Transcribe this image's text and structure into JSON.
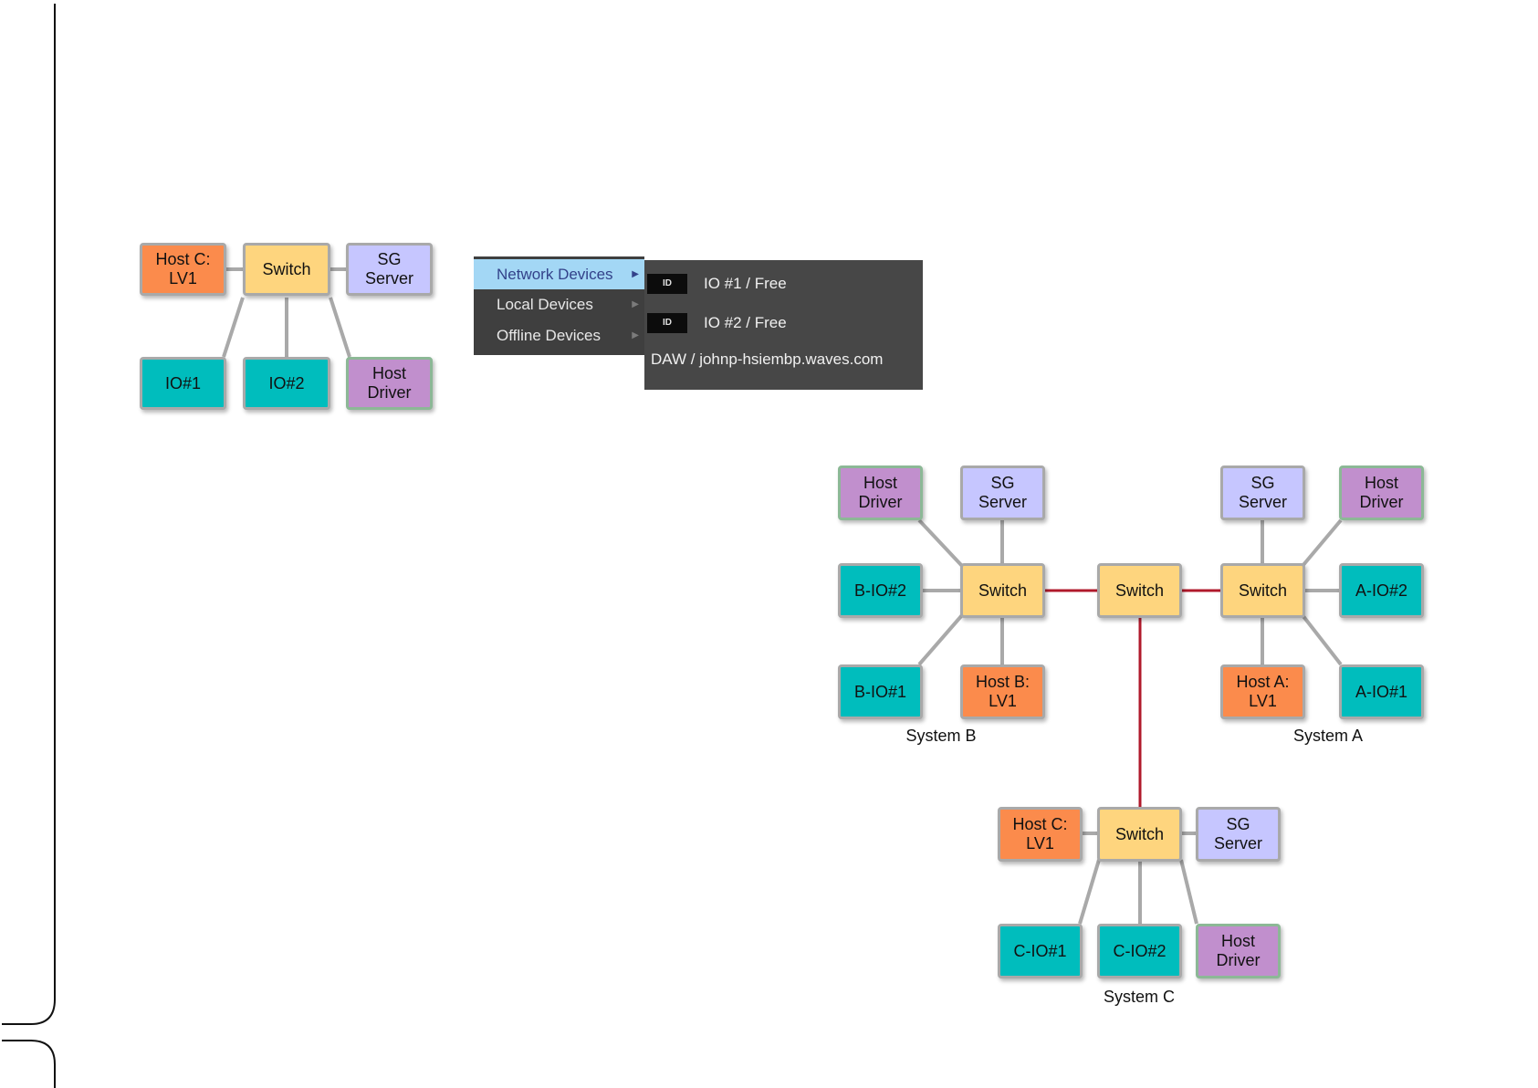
{
  "menu": {
    "items": [
      {
        "label": "Network Devices",
        "active": true
      },
      {
        "label": "Local Devices",
        "active": false
      },
      {
        "label": "Offline Devices",
        "active": false
      }
    ],
    "submenu": {
      "badge": "ID",
      "devices": [
        "IO #1 / Free",
        "IO #2 / Free"
      ],
      "daw": "DAW / johnp-hsiembp.waves.com"
    }
  },
  "simple_system": {
    "host": "Host C:\nLV1",
    "switch": "Switch",
    "server": "SG\nServer",
    "io1": "IO#1",
    "io2": "IO#2",
    "driver": "Host\nDriver"
  },
  "system_b": {
    "label": "System B",
    "driver": "Host\nDriver",
    "server": "SG\nServer",
    "io2": "B-IO#2",
    "switch": "Switch",
    "io1": "B-IO#1",
    "host": "Host B:\nLV1"
  },
  "center_switch": "Switch",
  "system_a": {
    "label": "System A",
    "server": "SG\nServer",
    "driver": "Host\nDriver",
    "switch": "Switch",
    "io2": "A-IO#2",
    "host": "Host A:\nLV1",
    "io1": "A-IO#1"
  },
  "system_c": {
    "label": "System C",
    "host": "Host C:\nLV1",
    "switch": "Switch",
    "server": "SG\nServer",
    "io1": "C-IO#1",
    "io2": "C-IO#2",
    "driver": "Host\nDriver"
  },
  "colors": {
    "host": "#fb8b4c",
    "switch": "#fed57e",
    "server": "#c6c6ff",
    "io": "#00bdbd",
    "driver": "#c18fcd",
    "link": "#a9a9a9",
    "trunk": "#b0192b"
  }
}
